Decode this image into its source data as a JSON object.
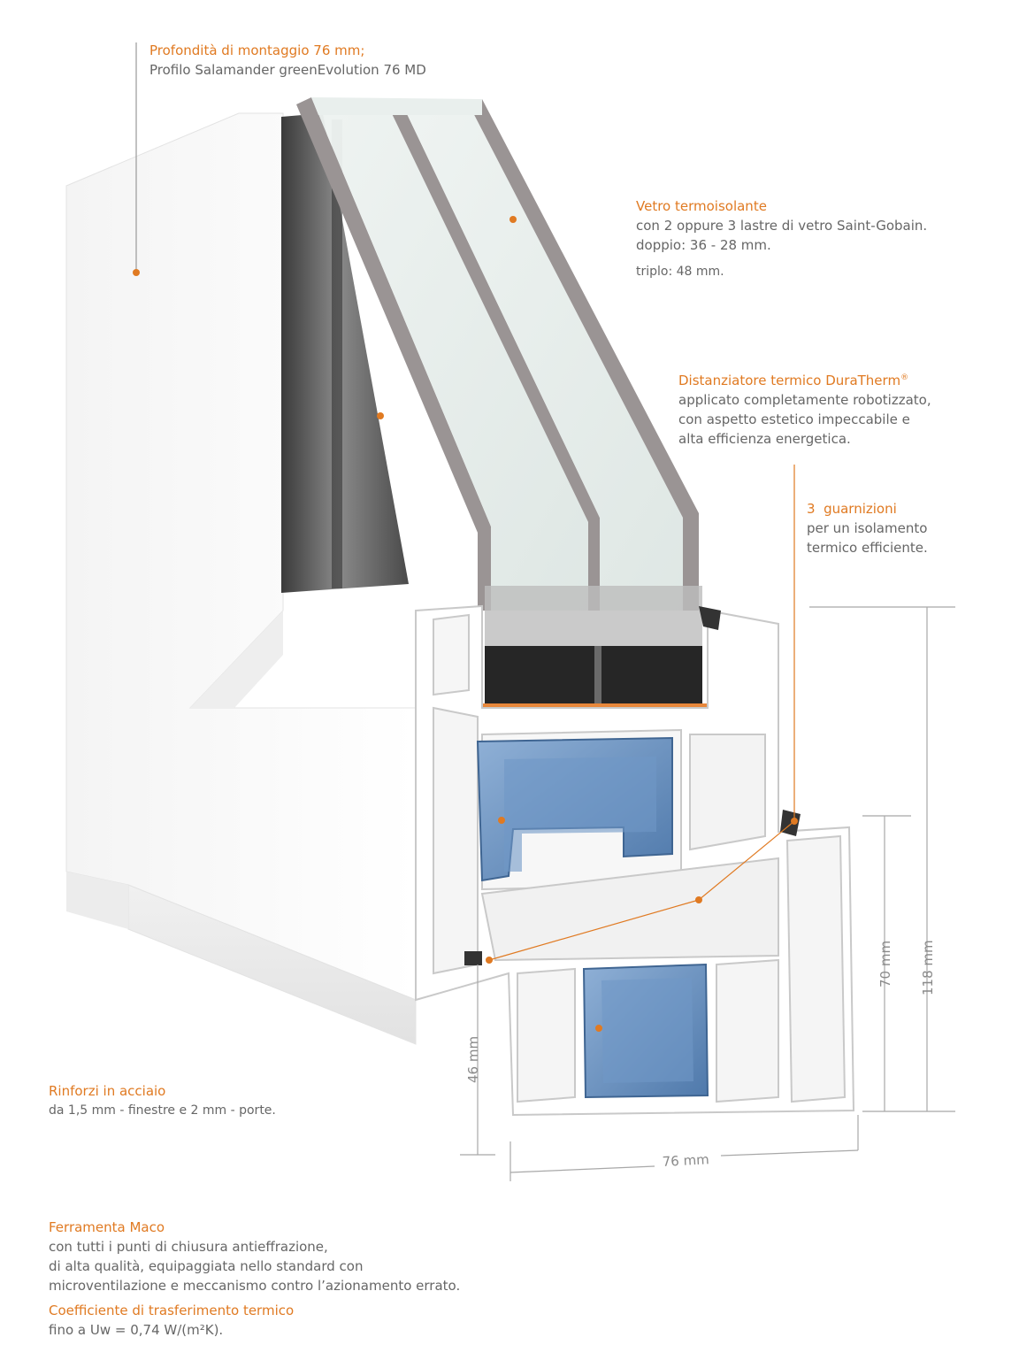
{
  "colors": {
    "accent": "#e07a22",
    "text": "#666666",
    "steel_blue": "#5b86b8",
    "spacer_orange": "#e8873a"
  },
  "annotations": {
    "depth": {
      "title": "Profondità di montaggio 76 mm;",
      "lines": [
        "Profilo Salamander greenEvolution 76 MD"
      ]
    },
    "glass": {
      "title": "Vetro termoisolante",
      "lines": [
        "con 2 oppure 3 lastre di vetro Saint-Gobain.",
        "doppio: 36 - 28 mm.",
        "triplo: 48 mm."
      ]
    },
    "spacer": {
      "title": "Distanziatore termico DuraTherm",
      "title_mark": "®",
      "lines": [
        "applicato completamente robotizzato,",
        "con aspetto estetico impeccabile e",
        "alta efficienza energetica."
      ]
    },
    "gaskets": {
      "title": "3  guarnizioni",
      "lines": [
        "per un isolamento",
        "termico efficiente."
      ]
    },
    "steel": {
      "title": "Rinforzi in acciaio",
      "lines": [
        "da 1,5 mm - finestre e 2 mm - porte."
      ]
    },
    "hardware": {
      "title": "Ferramenta Maco",
      "lines": [
        "con tutti i punti di chiusura antieffrazione,",
        "di alta qualità, equipaggiata nello standard con",
        "microventilazione e meccanismo contro l’azionamento errato."
      ]
    },
    "coefficient": {
      "title": "Coefficiente di trasferimento termico",
      "lines": [
        "fino a Uw = 0,74 W/(m²K)."
      ]
    }
  },
  "dimensions": {
    "d76": "76 mm",
    "d46": "46 mm",
    "d70": "70 mm",
    "d118": "118 mm"
  }
}
